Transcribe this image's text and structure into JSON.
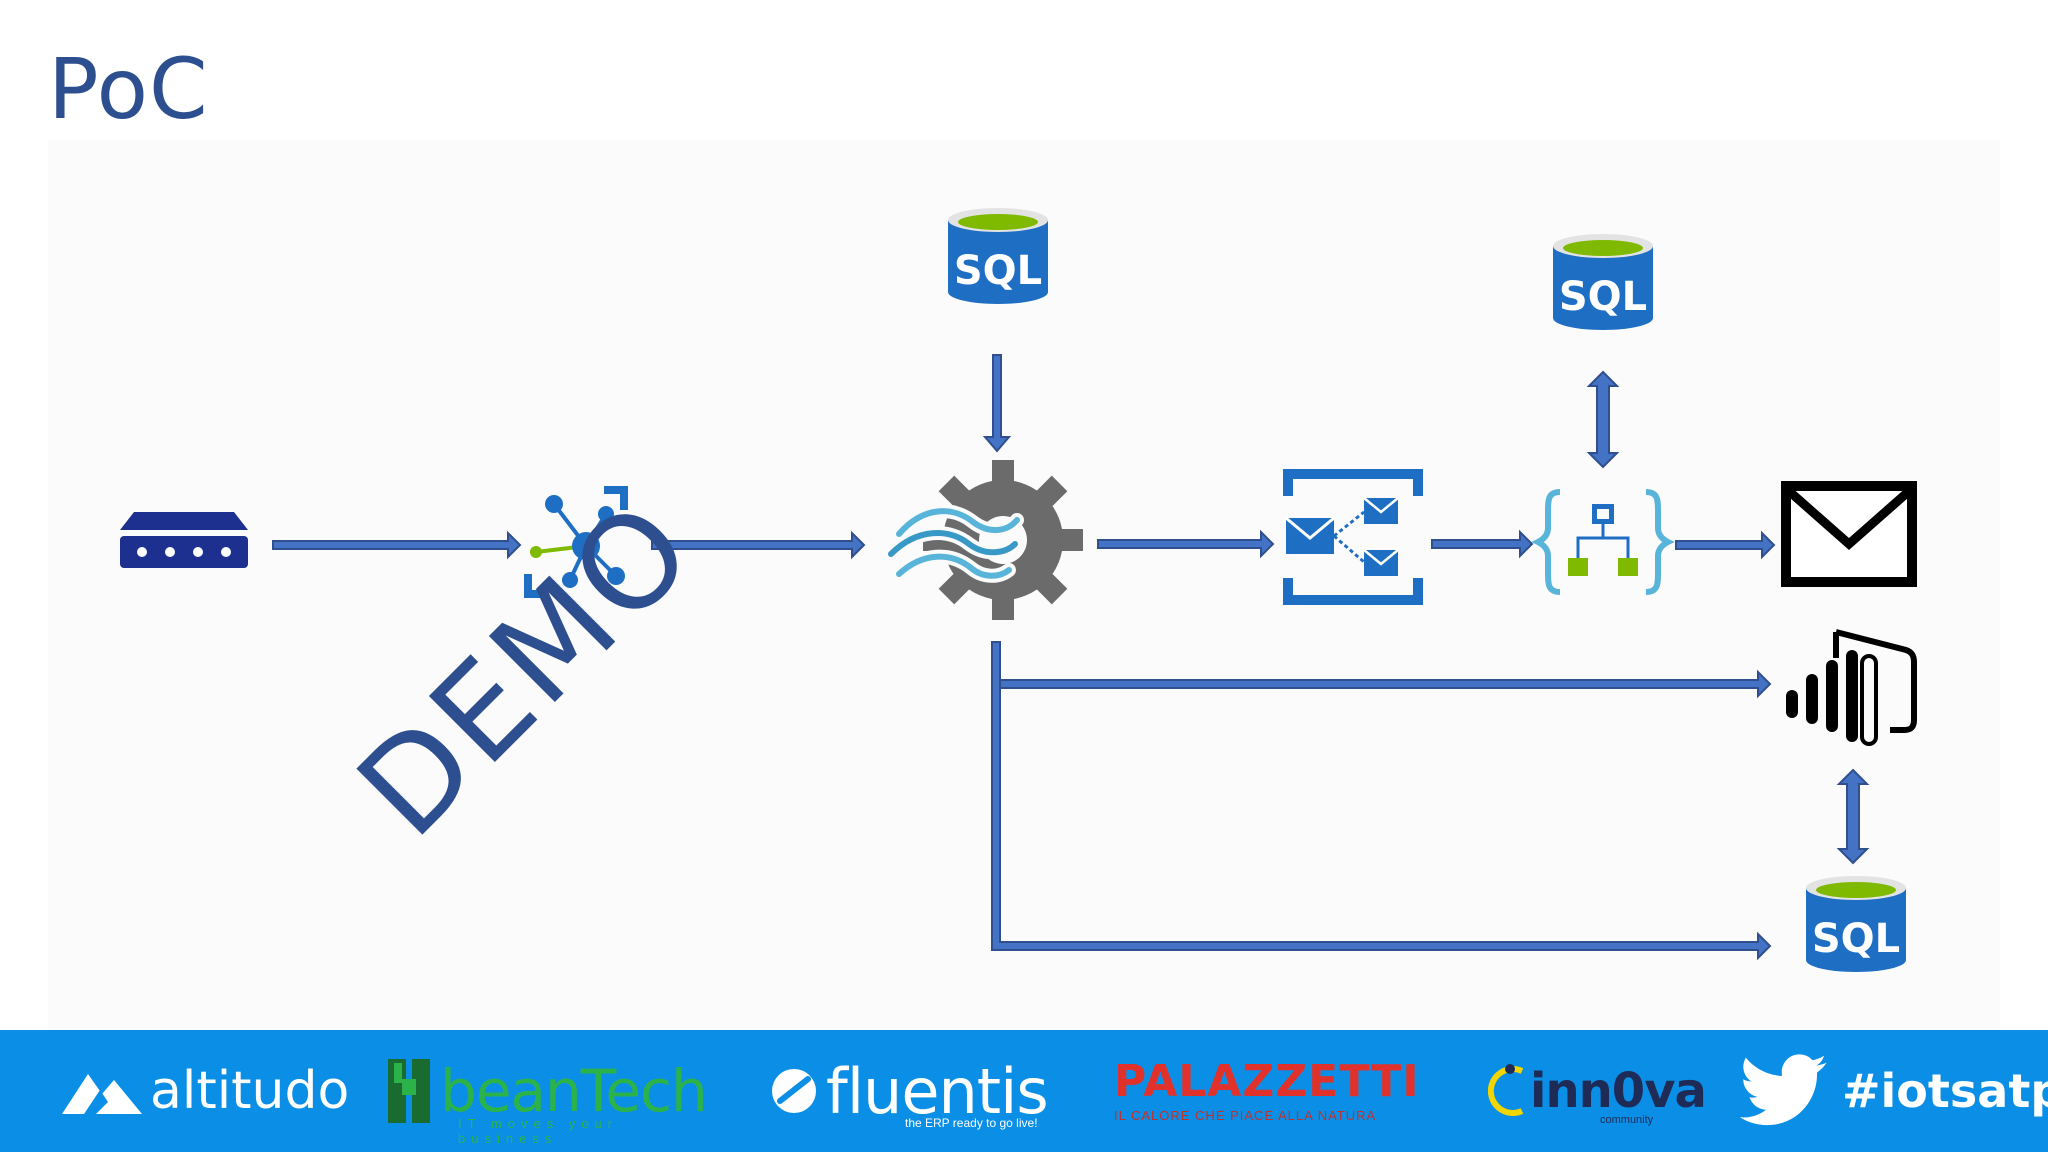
{
  "slide": {
    "title": "PoC",
    "overlay_text": "DEMO"
  },
  "diagram": {
    "nodes": [
      {
        "id": "device",
        "icon": "iot-device-icon"
      },
      {
        "id": "iot-hub",
        "icon": "iot-hub-icon"
      },
      {
        "id": "stream-analytics",
        "icon": "stream-analytics-icon"
      },
      {
        "id": "sql-top",
        "icon": "sql-database-icon",
        "label": "SQL"
      },
      {
        "id": "service-bus",
        "icon": "service-bus-icon"
      },
      {
        "id": "logic-app",
        "icon": "logic-app-icon"
      },
      {
        "id": "sql-right",
        "icon": "sql-database-icon",
        "label": "SQL"
      },
      {
        "id": "email",
        "icon": "email-icon"
      },
      {
        "id": "power-bi",
        "icon": "power-bi-icon"
      },
      {
        "id": "sql-bottom",
        "icon": "sql-database-icon",
        "label": "SQL"
      }
    ],
    "edges": [
      {
        "from": "device",
        "to": "iot-hub"
      },
      {
        "from": "iot-hub",
        "to": "stream-analytics"
      },
      {
        "from": "sql-top",
        "to": "stream-analytics"
      },
      {
        "from": "stream-analytics",
        "to": "service-bus"
      },
      {
        "from": "service-bus",
        "to": "logic-app"
      },
      {
        "from": "logic-app",
        "to": "sql-right",
        "bidirectional": true
      },
      {
        "from": "logic-app",
        "to": "email"
      },
      {
        "from": "stream-analytics",
        "to": "power-bi"
      },
      {
        "from": "stream-analytics",
        "to": "sql-bottom"
      },
      {
        "from": "power-bi",
        "to": "sql-bottom",
        "bidirectional": true
      }
    ],
    "colors": {
      "arrow": "#4472c4",
      "arrow_outline": "#2f4f8f",
      "sql_blue": "#1e6fc4",
      "sql_top": "#7fba00",
      "title": "#2e4f8f",
      "footer": "#0b8fe6"
    }
  },
  "footer": {
    "sponsors": [
      {
        "name": "altitudo",
        "icon": "mountain-logo-icon"
      },
      {
        "name": "beanTech",
        "tagline": "IT moves your business",
        "icon": "beantech-logo-icon"
      },
      {
        "name": "fluentis",
        "tagline": "the ERP ready to go live!",
        "icon": "fluentis-logo-icon"
      },
      {
        "name": "PALAZZETTI",
        "tagline": "IL CALORE CHE PIACE ALLA NATURA"
      },
      {
        "name": "inn0va",
        "tagline": "community",
        "icon": "innova-logo-icon"
      },
      {
        "name": "#iotsatpn",
        "icon": "twitter-bird-icon"
      }
    ]
  }
}
